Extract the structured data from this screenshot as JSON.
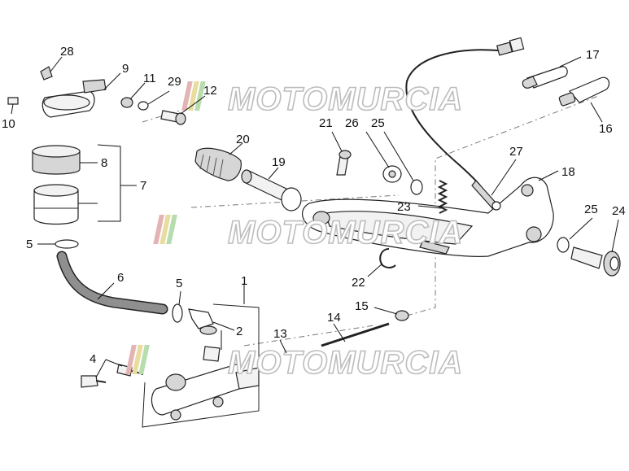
{
  "watermark": {
    "text": "MOTOMURCIA",
    "stripe_colors": [
      "#e4b4b4",
      "#e8dd9e",
      "#b7dcae"
    ]
  },
  "callouts": {
    "p1": "1",
    "p2": "2",
    "p4": "4",
    "p5a": "5",
    "p5b": "5",
    "p6": "6",
    "p7": "7",
    "p8": "8",
    "p9": "9",
    "p10": "10",
    "p11": "11",
    "p12": "12",
    "p13": "13",
    "p14": "14",
    "p15": "15",
    "p16": "16",
    "p17": "17",
    "p18": "18",
    "p19": "19",
    "p20": "20",
    "p21": "21",
    "p22": "22",
    "p23": "23",
    "p24": "24",
    "p25a": "25",
    "p25b": "25",
    "p26": "26",
    "p27": "27",
    "p28": "28",
    "p29": "29"
  }
}
